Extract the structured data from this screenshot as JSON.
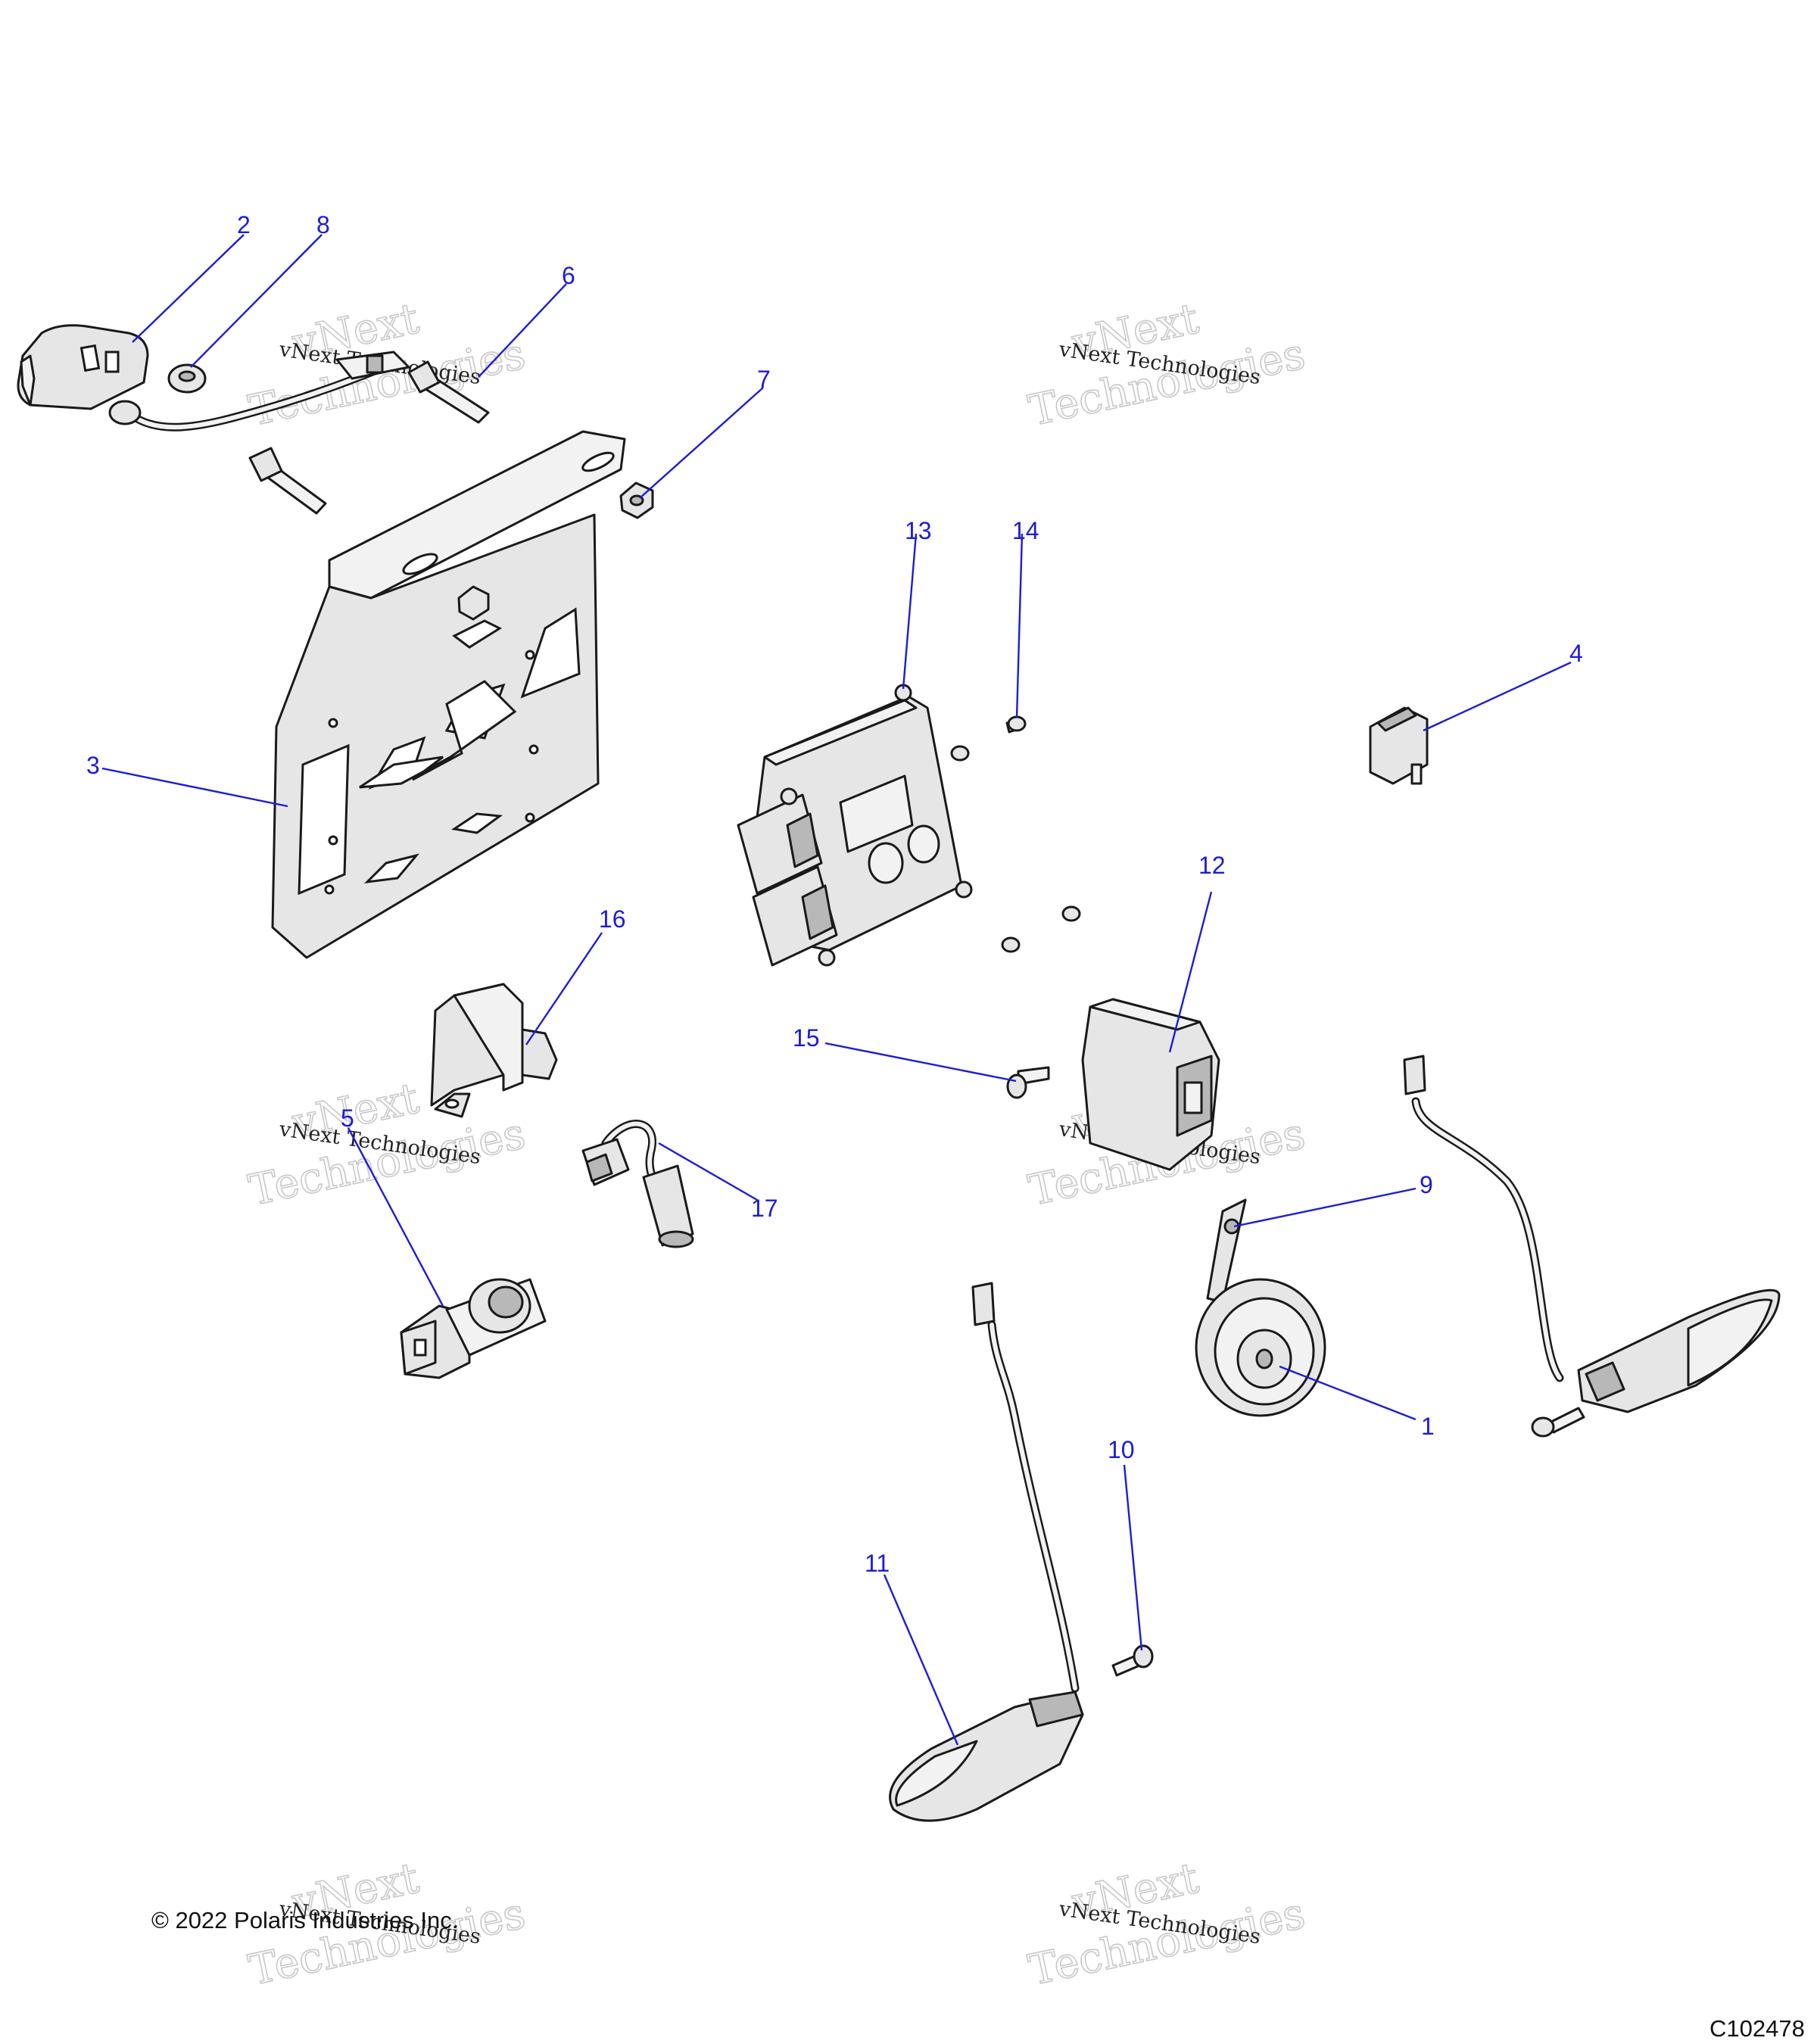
{
  "copyright": "© 2022 Polaris Industries Inc.",
  "diagram_code": "C102478",
  "watermark": {
    "line": "vNext Technologies",
    "word1": "vNext",
    "word2": "Technologies"
  },
  "callouts": [
    "1",
    "2",
    "3",
    "4",
    "5",
    "6",
    "7",
    "8",
    "9",
    "10",
    "11",
    "12",
    "13",
    "14",
    "15",
    "16",
    "17"
  ]
}
